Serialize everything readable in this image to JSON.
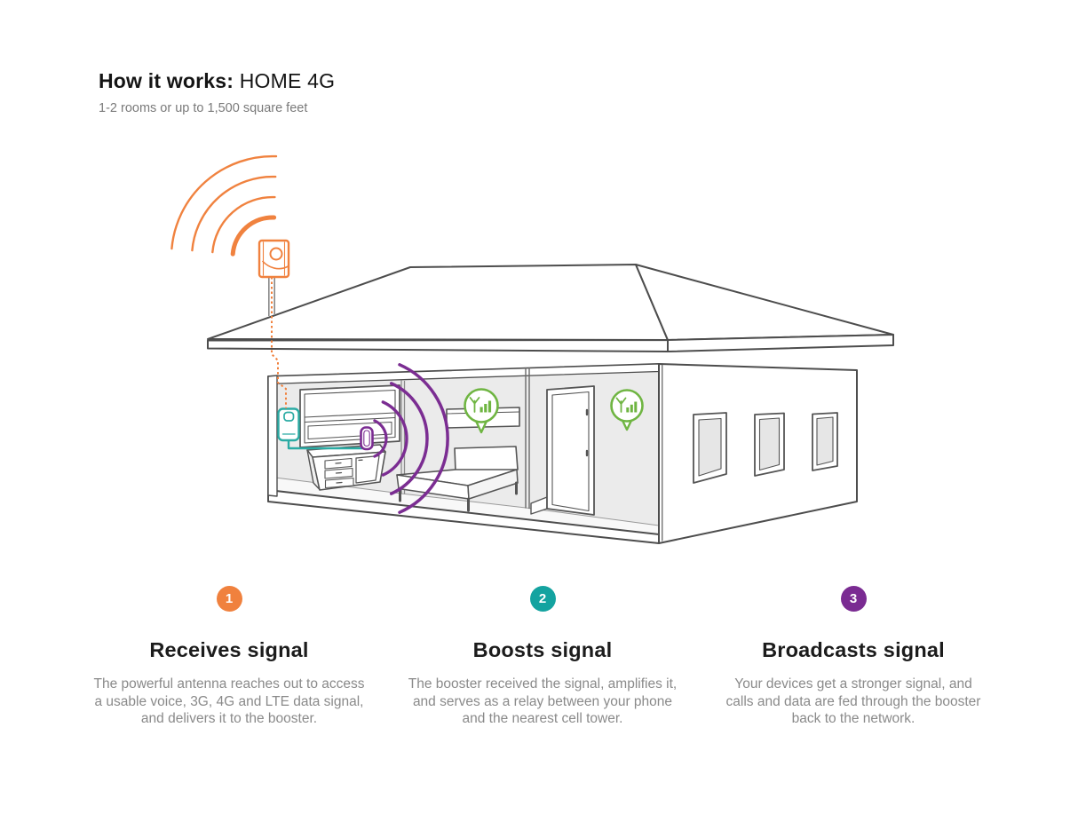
{
  "header": {
    "title_bold": "How it works:",
    "title_regular": " HOME 4G",
    "subtitle": "1-2 rooms or up to 1,500 square feet"
  },
  "steps": [
    {
      "number": "1",
      "accent": "#F0813E",
      "heading": "Receives signal",
      "description": "The powerful antenna reaches out to access a usable voice, 3G, 4G and LTE data signal, and delivers it to the booster."
    },
    {
      "number": "2",
      "accent": "#14A3A0",
      "heading": "Boosts signal",
      "description": "The booster received the signal, amplifies it, and serves as a relay between your phone and the nearest cell tower."
    },
    {
      "number": "3",
      "accent": "#7A2B92",
      "heading": "Broadcasts signal",
      "description": "Your devices get a stronger signal, and calls and data are fed through the booster back to the network."
    }
  ],
  "illustration": {
    "colors": {
      "orange": "#F0813E",
      "teal": "#2BABA4",
      "purple": "#7B2D92",
      "green": "#6FB542",
      "outline": "#4d4d4d",
      "interior_wall": "#EBEBEB"
    },
    "parts": [
      "outdoor-antenna",
      "incoming-signal-arcs",
      "coax-cable",
      "booster-device",
      "indoor-antenna",
      "boosted-signal-arcs",
      "signal-coverage-bubble",
      "house-cutaway"
    ]
  }
}
